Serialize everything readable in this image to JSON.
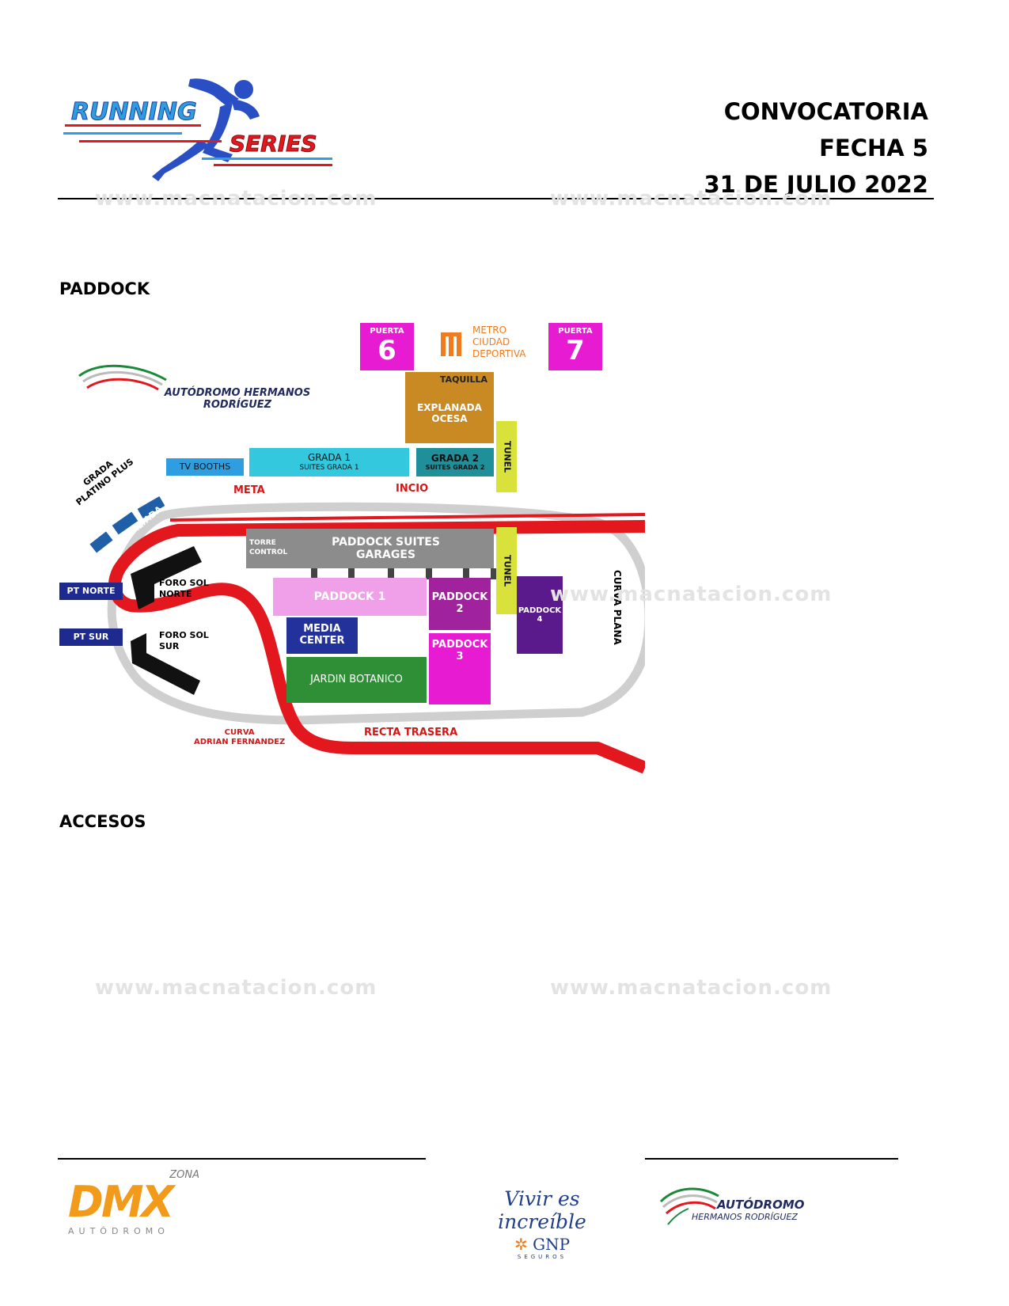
{
  "header": {
    "logo_words": [
      "RUNNING",
      "SERIES"
    ],
    "title_lines": [
      "CONVOCATORIA",
      "FECHA 5",
      "31 DE JULIO 2022"
    ]
  },
  "watermark_text": "www.macnatacion.com",
  "sections": {
    "paddock": "PADDOCK",
    "accesos": "ACCESOS"
  },
  "map": {
    "autodromo_logo": "AUTÓDROMO HERMANOS RODRÍGUEZ",
    "puerta6": {
      "label": "PUERTA",
      "number": "6"
    },
    "puerta7": {
      "label": "PUERTA",
      "number": "7"
    },
    "metro": [
      "METRO",
      "CIUDAD",
      "DEPORTIVA"
    ],
    "taquilla": "TAQUILLA",
    "explanada": [
      "EXPLANADA",
      "OCESA"
    ],
    "tv_booths": "TV BOOTHS",
    "grada1": [
      "GRADA 1",
      "SUITES GRADA 1"
    ],
    "grada2": [
      "GRADA 2",
      "SUITES GRADA 2"
    ],
    "tunel_top": "TUNEL",
    "tunel_bottom": "TUNEL",
    "grada_platino": [
      "GRADA",
      "PLATINO PLUS"
    ],
    "meta": "META",
    "inicio": "INCIO",
    "peraltada": "PERALTADA",
    "torre_control": [
      "TORRE",
      "CONTROL"
    ],
    "paddock_suites": [
      "PADDOCK SUITES",
      "GARAGES"
    ],
    "pt_norte": "PT NORTE",
    "pt_sur": "PT SUR",
    "foro_sol_norte": [
      "FORO SOL",
      "NORTE"
    ],
    "foro_sol_sur": [
      "FORO SOL",
      "SUR"
    ],
    "paddock1": "PADDOCK 1",
    "paddock2": [
      "PADDOCK",
      "2"
    ],
    "paddock3": [
      "PADDOCK",
      "3"
    ],
    "paddock4": [
      "PADDOCK",
      "4"
    ],
    "media_center": [
      "MEDIA",
      "CENTER"
    ],
    "jardin_botanico": "JARDIN BOTANICO",
    "curva_plana": "CURVA PLANA",
    "curva_adrian": [
      "CURVA",
      "ADRIAN FERNANDEZ"
    ],
    "recta_trasera": "RECTA TRASERA"
  },
  "footer": {
    "dmx_zona": "ZONA",
    "dmx_logo": "DMX",
    "dmx_sub": "AUTÓDROMO",
    "gnp_slogan": "Vivir es increíble",
    "gnp_brand": "GNP",
    "gnp_sub": "SEGUROS",
    "autodromo_name": "AUTÓDROMO",
    "autodromo_sub": "HERMANOS RODRÍGUEZ"
  },
  "colors": {
    "track_red": "#e3171e",
    "runoff_gray": "#cfcfcf",
    "puerta_magenta": "#e61bd2",
    "explanada_brown": "#c98a23",
    "tv_blue": "#2f9ee0",
    "grada1_cyan": "#33c8dd",
    "grada2_teal": "#1f8f9a",
    "tunel_yellow": "#d9e23a",
    "suites_gray": "#8c8c8c",
    "pt_navy": "#1f2a8f",
    "paddock1_pink": "#f0a0e8",
    "paddock2_purple": "#a0229c",
    "paddock3_magenta": "#e61bd2",
    "paddock4_violet": "#5b1a8c",
    "media_navy": "#22329a",
    "jardin_green": "#2f8f37",
    "metro_orange": "#f07c1e"
  }
}
